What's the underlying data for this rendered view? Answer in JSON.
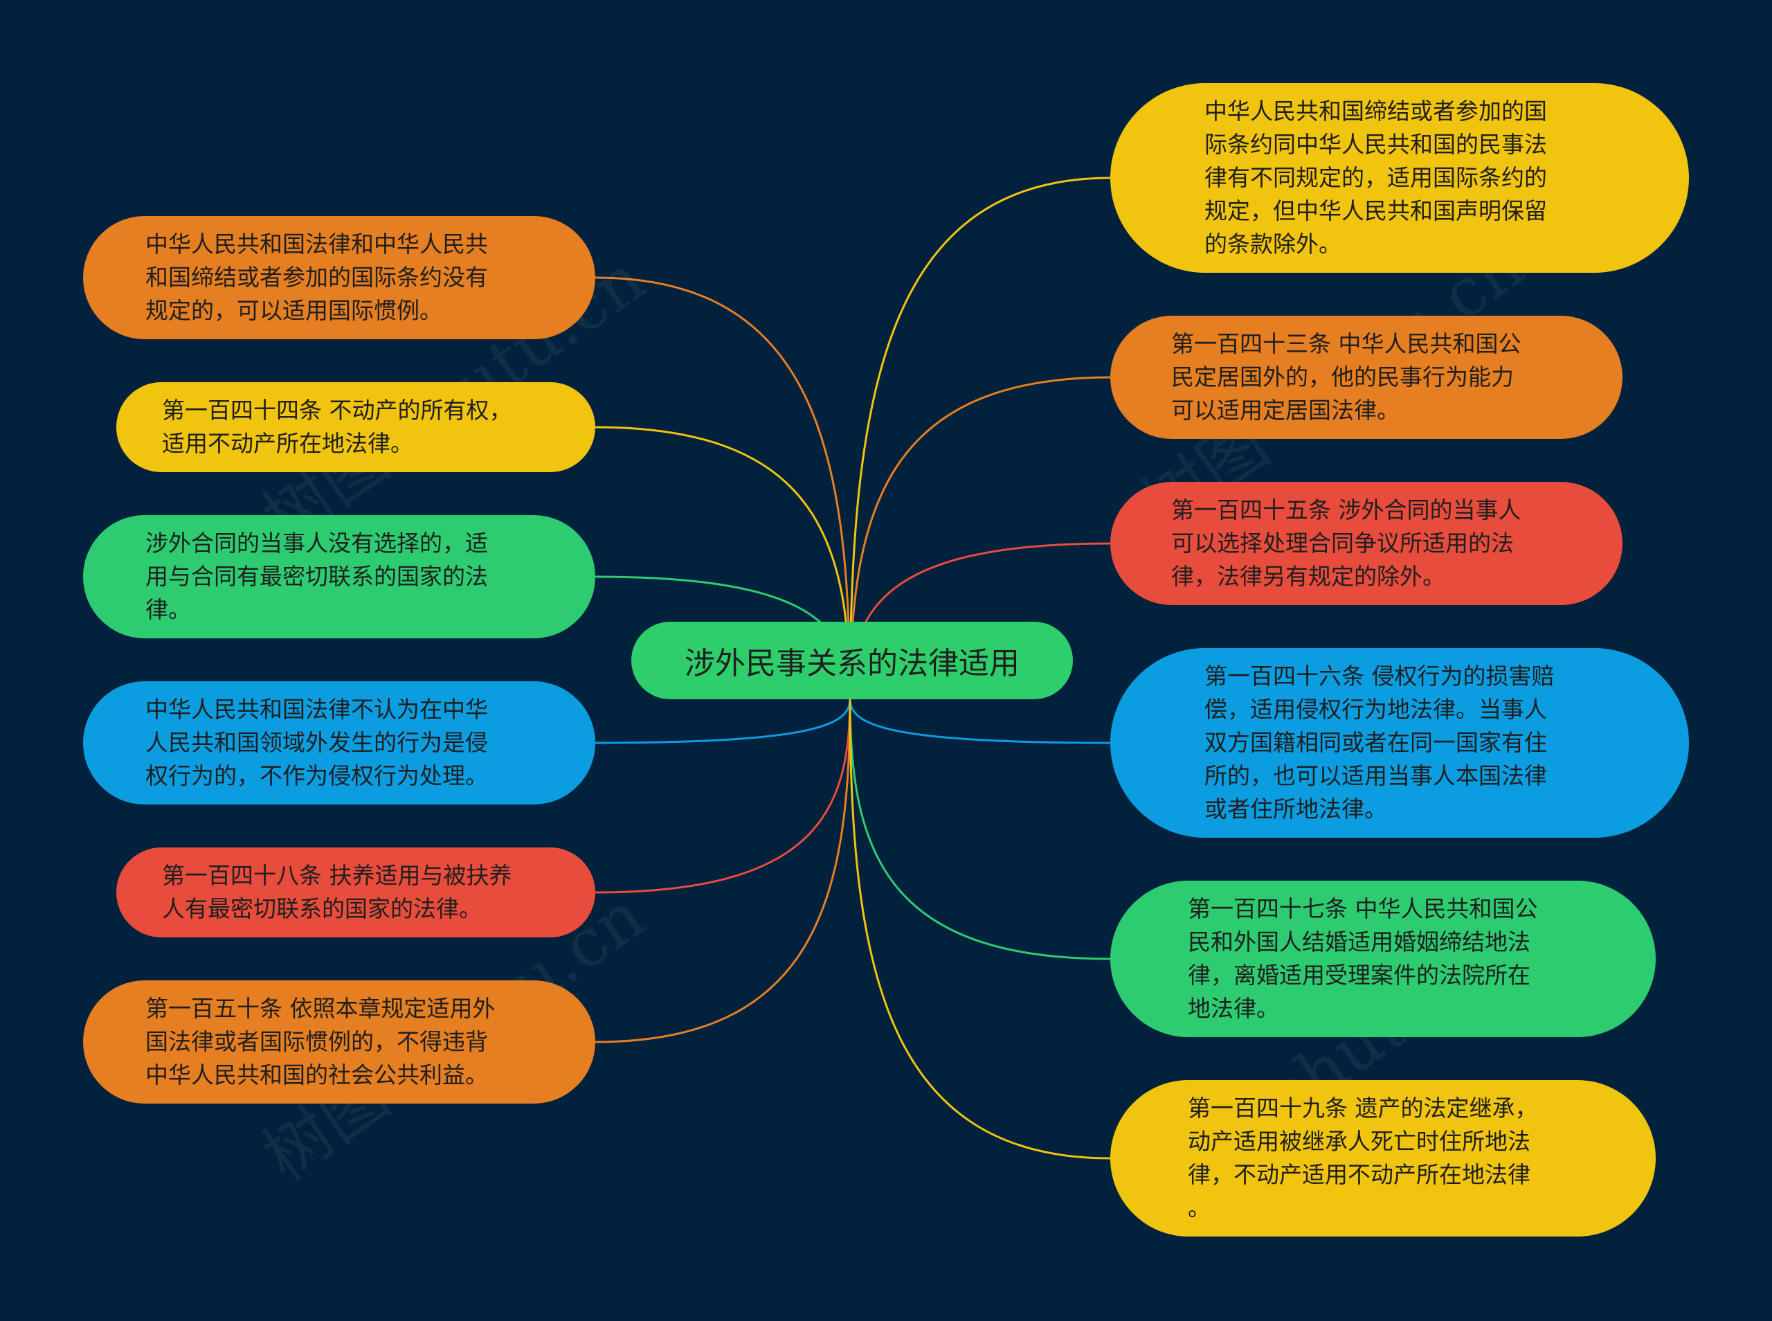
{
  "center": {
    "label": "涉外民事关系的法律适用"
  },
  "left_nodes": [
    {
      "id": "l1",
      "color": "#e67e22",
      "text": "中华人民共和国法律和中华人民共\n和国缔结或者参加的国际条约没有\n规定的，可以适用国际惯例。"
    },
    {
      "id": "l2",
      "color": "#f1c40f",
      "text": "第一百四十四条 不动产的所有权，\n适用不动产所在地法律。"
    },
    {
      "id": "l3",
      "color": "#2ecc71",
      "text": "涉外合同的当事人没有选择的，适\n用与合同有最密切联系的国家的法\n律。"
    },
    {
      "id": "l4",
      "color": "#0c9de0",
      "text": "中华人民共和国法律不认为在中华\n人民共和国领域外发生的行为是侵\n权行为的，不作为侵权行为处理。"
    },
    {
      "id": "l5",
      "color": "#e74c3c",
      "text": "第一百四十八条 扶养适用与被扶养\n人有最密切联系的国家的法律。"
    },
    {
      "id": "l6",
      "color": "#e67e22",
      "text": "第一百五十条 依照本章规定适用外\n国法律或者国际惯例的，不得违背\n中华人民共和国的社会公共利益。"
    }
  ],
  "right_nodes": [
    {
      "id": "r1",
      "color": "#f1c40f",
      "text": "中华人民共和国缔结或者参加的国\n际条约同中华人民共和国的民事法\n律有不同规定的，适用国际条约的\n规定，但中华人民共和国声明保留\n的条款除外。"
    },
    {
      "id": "r2",
      "color": "#e67e22",
      "text": "第一百四十三条 中华人民共和国公\n民定居国外的，他的民事行为能力\n可以适用定居国法律。"
    },
    {
      "id": "r3",
      "color": "#e74c3c",
      "text": "第一百四十五条 涉外合同的当事人\n可以选择处理合同争议所适用的法\n律，法律另有规定的除外。"
    },
    {
      "id": "r4",
      "color": "#0c9de0",
      "text": "第一百四十六条 侵权行为的损害赔\n偿，适用侵权行为地法律。当事人\n双方国籍相同或者在同一国家有住\n所的，也可以适用当事人本国法律\n或者住所地法律。"
    },
    {
      "id": "r5",
      "color": "#2ecc71",
      "text": "第一百四十七条 中华人民共和国公\n民和外国人结婚适用婚姻缔结地法\n律，离婚适用受理案件的法院所在\n地法律。"
    },
    {
      "id": "r6",
      "color": "#f1c40f",
      "text": "第一百四十九条 遗产的法定继承，\n动产适用被继承人死亡时住所地法\n律，不动产适用不动产所在地法律\n。"
    }
  ],
  "watermark": "树图 shutu.cn"
}
